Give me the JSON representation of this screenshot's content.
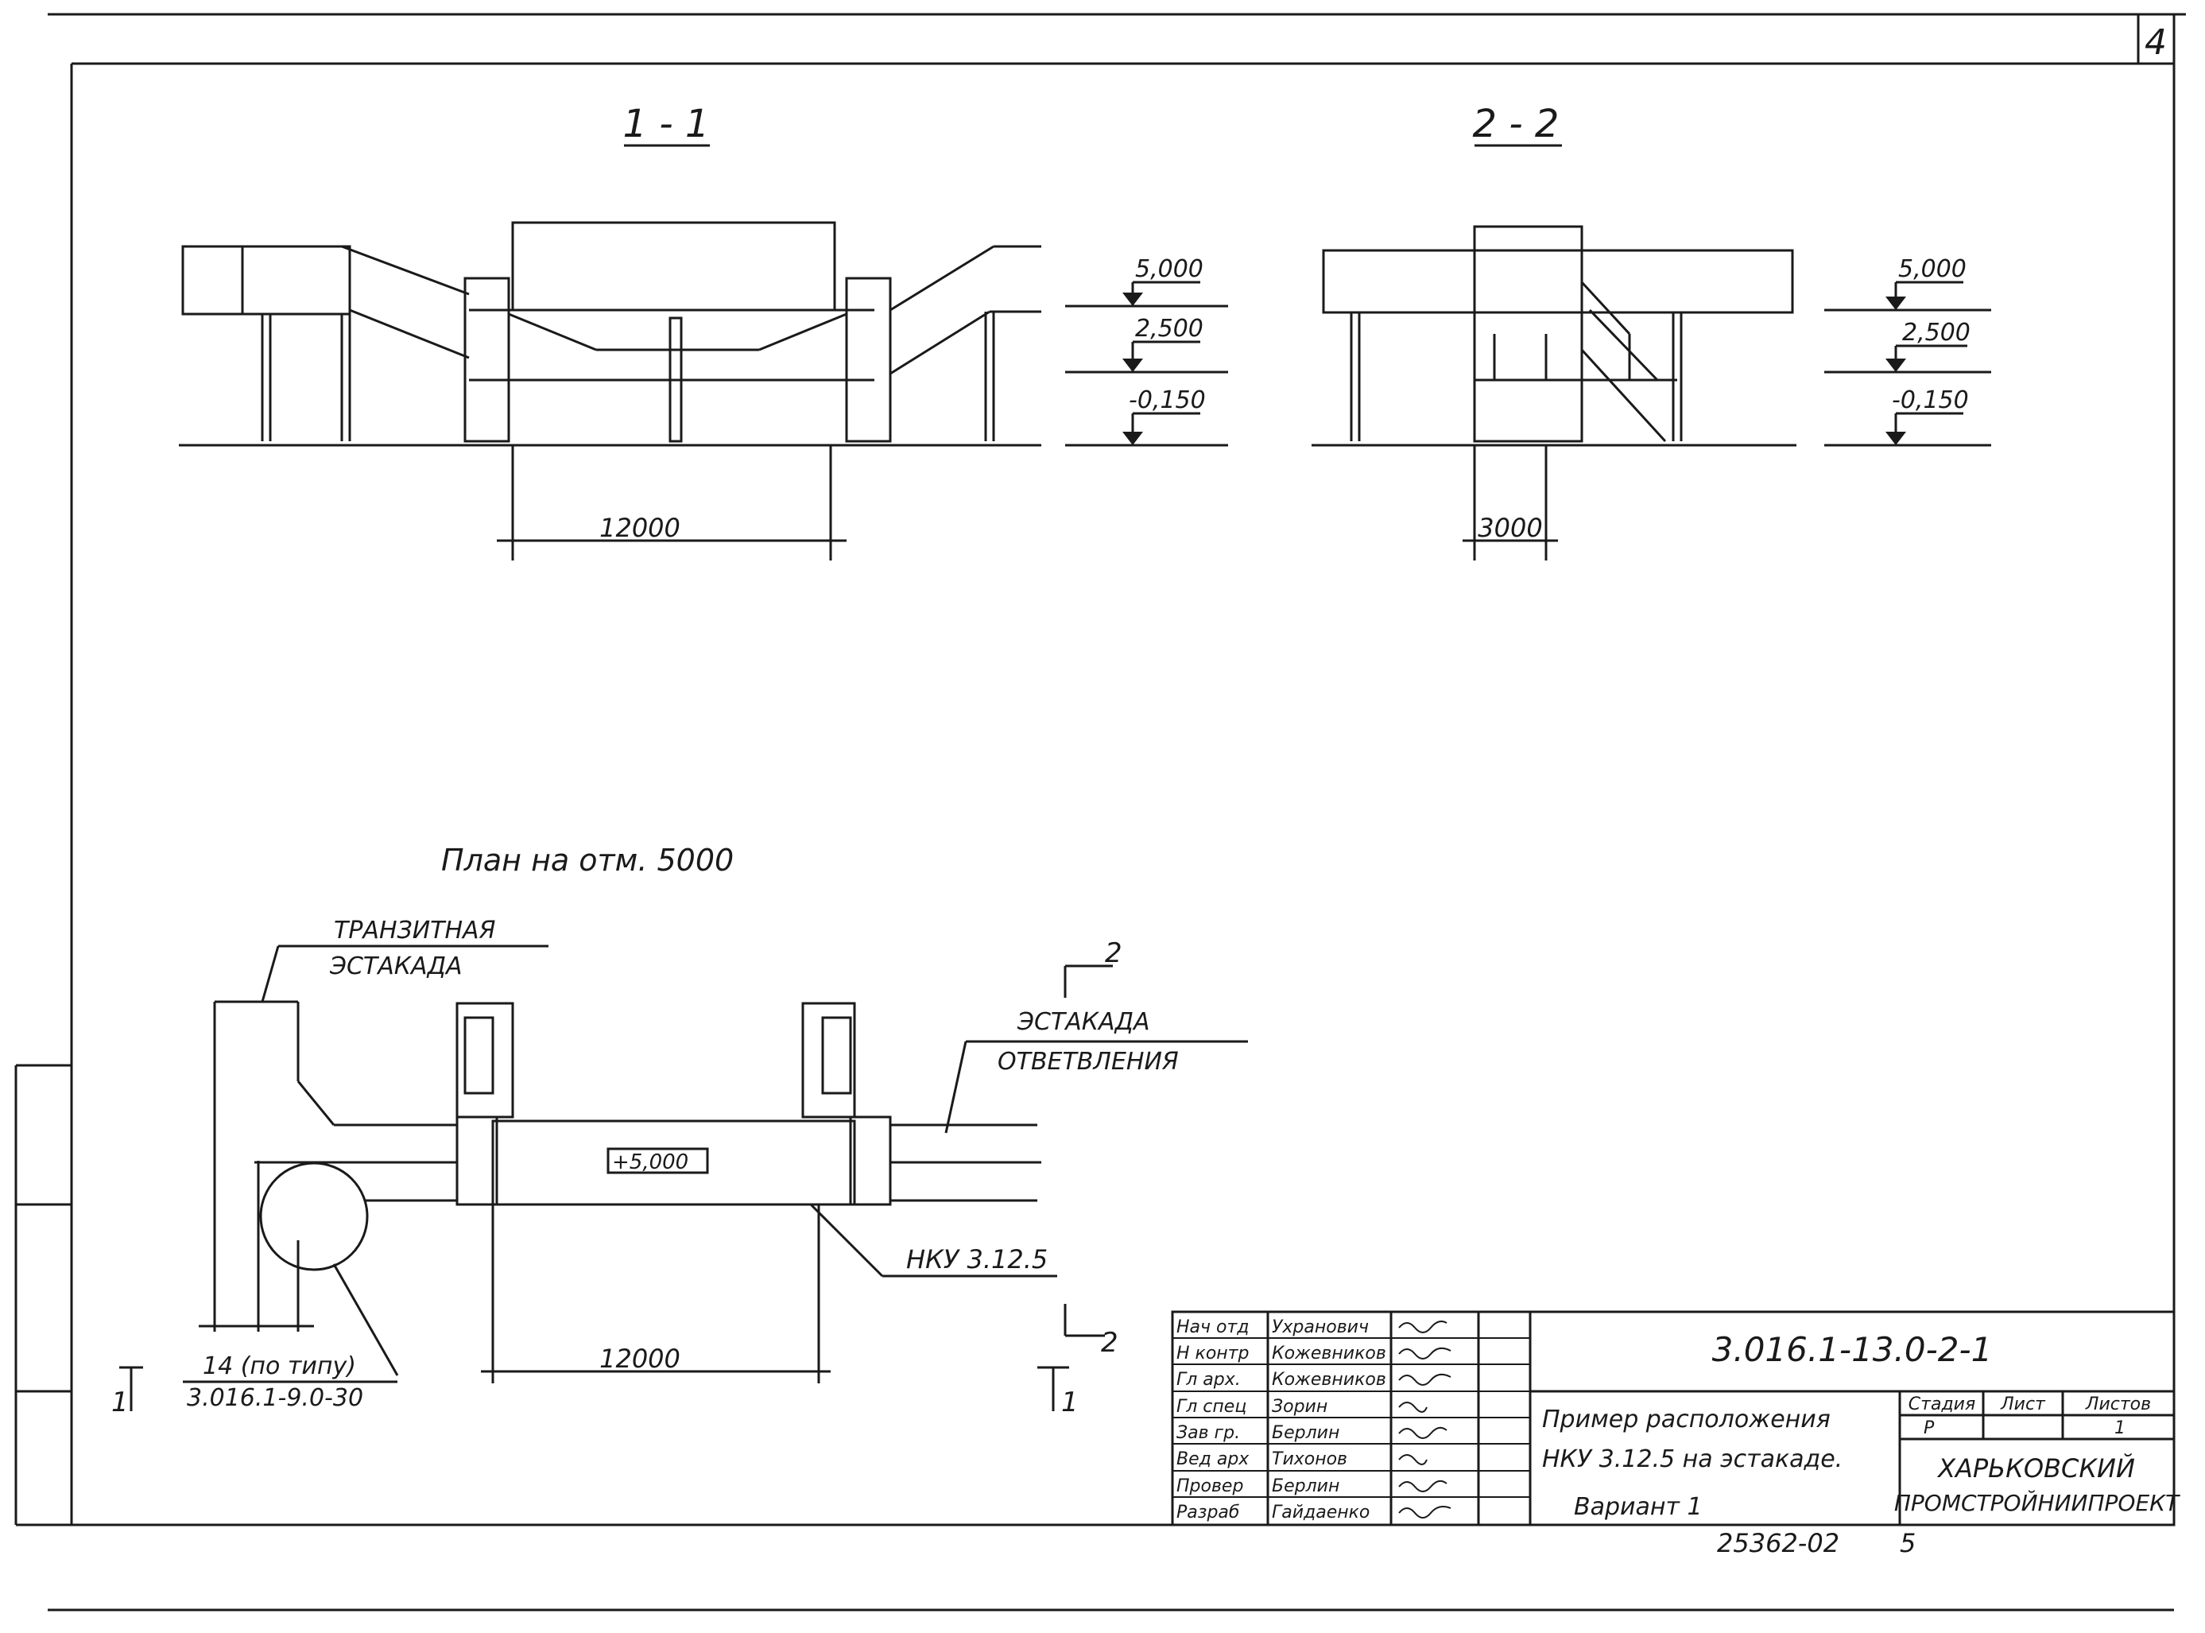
{
  "sheet_number": "4",
  "sections": {
    "s11": {
      "title": "1 - 1",
      "elev_top": "5,000",
      "elev_mid": "2,500",
      "elev_bot": "-0,150",
      "dim": "12000"
    },
    "s22": {
      "title": "2 - 2",
      "elev_top": "5,000",
      "elev_mid": "2,500",
      "elev_bot": "-0,150",
      "dim": "3000"
    }
  },
  "plan": {
    "title": "План на отм. 5000",
    "transit_line1": "ТРАНЗИТНАЯ",
    "transit_line2": "ЭСТАКАДА",
    "branch_line1": "ЭСТАКАДА",
    "branch_line2": "ОТВЕТВЛЕНИЯ",
    "level": "+5,000",
    "unit": "НКУ 3.12.5",
    "dim": "12000",
    "ref_line1": "14 (по типу)",
    "ref_line2": "3.016.1-9.0-30",
    "cut_2": "2",
    "cut_1": "1"
  },
  "title_block": {
    "roles": [
      "Нач отд",
      "Н контр",
      "Гл арх.",
      "Гл спец",
      "Зав гр.",
      "Вед арх",
      "Провер",
      "Разраб"
    ],
    "names": [
      "Ухранович",
      "Кожевников",
      "Кожевников",
      "Зорин",
      "Берлин",
      "Тихонов",
      "Берлин",
      "Гайдаенко"
    ],
    "code": "3.016.1-13.0-2-1",
    "desc1": "Пример расположения",
    "desc2": "НКУ 3.12.5 на эстакаде.",
    "variant": "Вариант 1",
    "col_stage": "Стадия",
    "col_sheet": "Лист",
    "col_sheets": "Листов",
    "stage": "Р",
    "sheets": "1",
    "org1": "ХАРЬКОВСКИЙ",
    "org2": "ПРОМСТРОЙНИИПРОЕКТ"
  },
  "footer": {
    "order": "25362-02",
    "page": "5"
  }
}
